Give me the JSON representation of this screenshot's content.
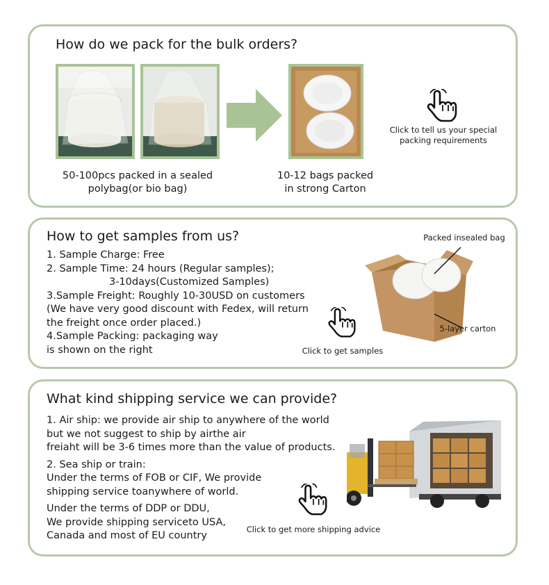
{
  "pack": {
    "title": "How do we pack for the bulk orders?",
    "caption_left_1": "50-100pcs packed in a sealed",
    "caption_left_2": "polybag(or bio bag)",
    "caption_right_1": "10-12 bags packed",
    "caption_right_2": "in strong Carton",
    "cta_1": "Click to tell us your special",
    "cta_2": "packing requirements"
  },
  "samples": {
    "title": "How to get samples from us?",
    "lines": [
      "1. Sample Charge: Free",
      "2. Sample Time: 24 hours (Regular samples);",
      "3-10days(Customized Samples)",
      "3.Sample Freight: Roughly 10-30USD on customers",
      "(We have very good discount with Fedex, will return",
      "the freight once order placed.)",
      "4.Sample Packing: packaging way",
      "is shown on the right"
    ],
    "label_bag": "Packed insealed bag",
    "label_carton": "5-layer carton",
    "cta": "Click to get samples"
  },
  "shipping": {
    "title": "What kind shipping service we can provide?",
    "lines": [
      "1. Air ship: we provide air ship to anywhere of the world",
      "but we not suggest to ship by airthe air",
      "freiaht will be 3-6 times more than the value of products.",
      "2. Sea ship or train:",
      "Under the terms of FOB or CIF, We provide",
      "shipping service toanywhere of world.",
      "Under the terms of DDP or DDU,",
      "We provide shipping serviceto USA,",
      "Canada and most of EU country"
    ],
    "cta": "Click to get more shipping advice"
  },
  "icons": {
    "hand": "pointing-hand-icon",
    "arrow": "right-arrow-icon"
  },
  "colors": {
    "border": "#b8c9a8",
    "arrow": "#a9c397"
  }
}
